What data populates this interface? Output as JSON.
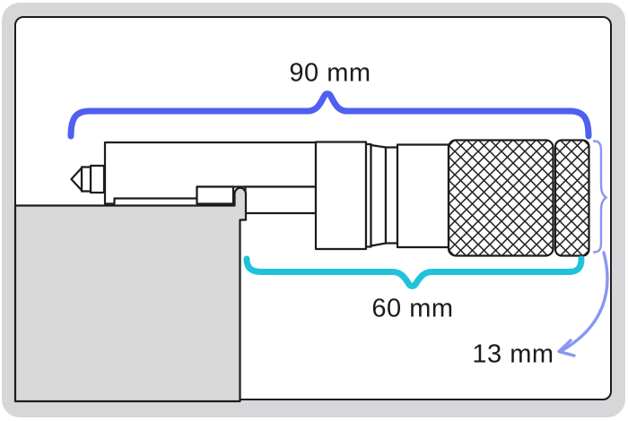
{
  "colors": {
    "bracket_total": "#4f5ff0",
    "bracket_mid": "#1fc3d9",
    "accent_small": "#8a96f2",
    "outline": "#1c1c1c",
    "surface_gray": "#d9d9da",
    "card_gray": "#d7d7d9"
  },
  "diagram": {
    "dimensions": {
      "overall_length": "90 mm",
      "mid_length": "60 mm",
      "grip_width": "13 mm"
    }
  }
}
